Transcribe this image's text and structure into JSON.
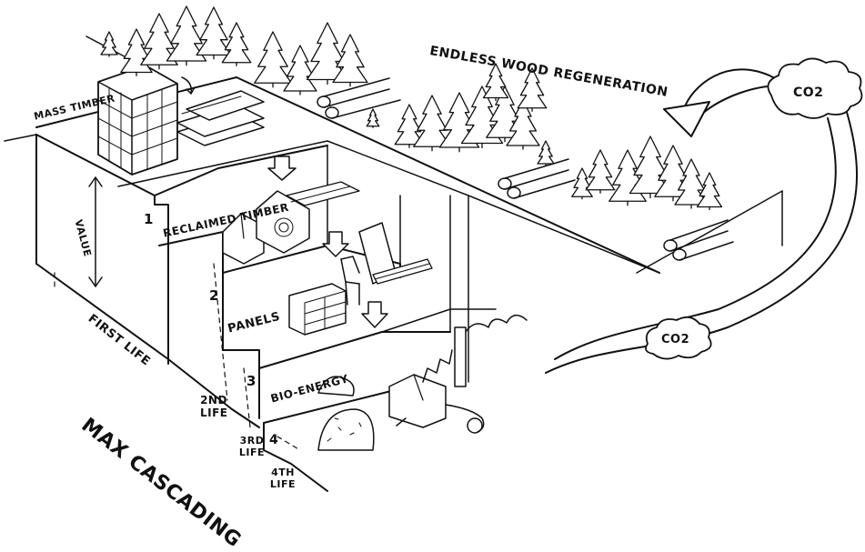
{
  "labels": {
    "title_top": "ENDLESS WOOD REGENERATION",
    "mass_timber": "MASS TIMBER",
    "reclaimed_timber": "RECLAIMED TIMBER",
    "panels": "PANELS",
    "bio_energy": "BIO-ENERGY",
    "value": "VALUE",
    "first_life": "FIRST LIFE",
    "second_life": "2ND LIFE",
    "third_life": "3RD LIFE",
    "fourth_life": "4TH LIFE",
    "max_cascading": "MAX CASCADING",
    "co2_top": "CO2",
    "co2_bottom": "CO2"
  },
  "steps": [
    "1",
    "2",
    "3",
    "4"
  ]
}
